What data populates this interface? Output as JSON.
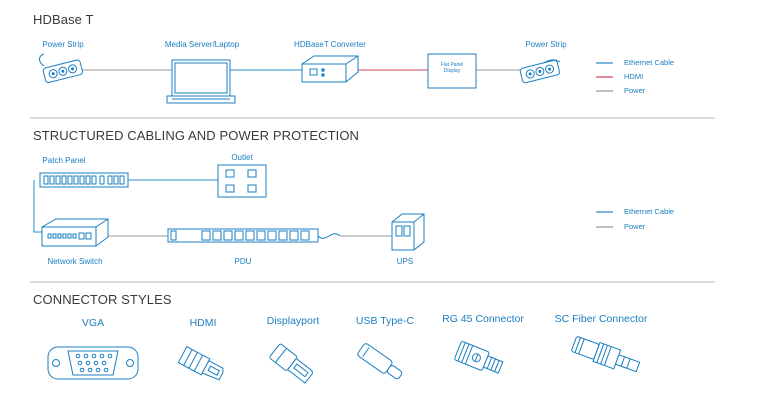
{
  "sections": {
    "hdbase": {
      "title": "HDBase T"
    },
    "structured": {
      "title": "STRUCTURED CABLING AND POWER PROTECTION"
    },
    "connectors": {
      "title": "CONNECTOR STYLES"
    }
  },
  "hdbase_devices": {
    "power_strip_left": "Power Strip",
    "media_server": "Media Server/Laptop",
    "converter": "HDBaseT Converter",
    "display": "Flat Panel Display",
    "power_strip_right": "Power Strip"
  },
  "legend_hdbase": [
    "Ethernet Cable",
    "HDMI",
    "Power"
  ],
  "structured_devices": {
    "patch_panel": "Patch Panel",
    "outlet": "Outlet",
    "network_switch": "Network Switch",
    "pdu": "PDU",
    "ups": "UPS"
  },
  "legend_structured": [
    "Ethernet Cable",
    "Power"
  ],
  "connectors": [
    "VGA",
    "HDMI",
    "Displayport",
    "USB Type-C",
    "RG 45 Connector",
    "SC Fiber Connector"
  ],
  "colors": {
    "ethernet": "#2d8ccc",
    "hdmi": "#d0455c",
    "power": "#9a9a9a",
    "stroke": "#1a7fc1",
    "divider": "#b5b5b5",
    "title": "#3a3a3a"
  }
}
